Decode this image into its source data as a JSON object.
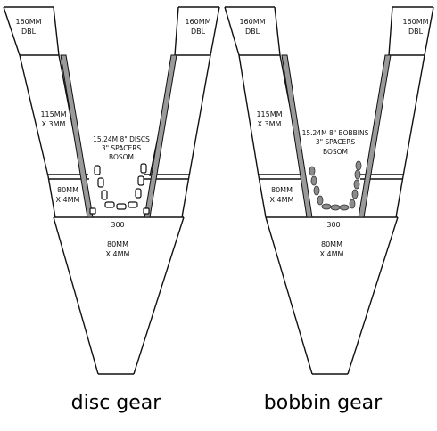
{
  "left_panel": {
    "top_left": [
      "160MM",
      "DBL"
    ],
    "top_right": [
      "160MM",
      "DBL"
    ],
    "mid_left": [
      "115MM",
      "X 3MM"
    ],
    "center": [
      "15.24M 8\" DISCS",
      "3\" SPACERS",
      "BOSOM"
    ],
    "low_left": [
      "80MM",
      "X 4MM"
    ],
    "width": "300",
    "bottom": [
      "80MM",
      "X 4MM"
    ],
    "caption": "disc gear"
  },
  "right_panel": {
    "top_left": [
      "160MM",
      "DBL"
    ],
    "top_right": [
      "160MM",
      "DBL"
    ],
    "mid_left": [
      "115MM",
      "X 3MM"
    ],
    "center": [
      "15.24M 8\" BOBBINS",
      "3\" SPACERS",
      "BOSOM"
    ],
    "low_left": [
      "80MM",
      "X 4MM"
    ],
    "width": "300",
    "bottom": [
      "80MM",
      "X 4MM"
    ],
    "caption": "bobbin gear"
  },
  "colors": {
    "line": "#111111",
    "side_rail": "#9a9a9a",
    "bobbin": "#8c8c8c"
  }
}
